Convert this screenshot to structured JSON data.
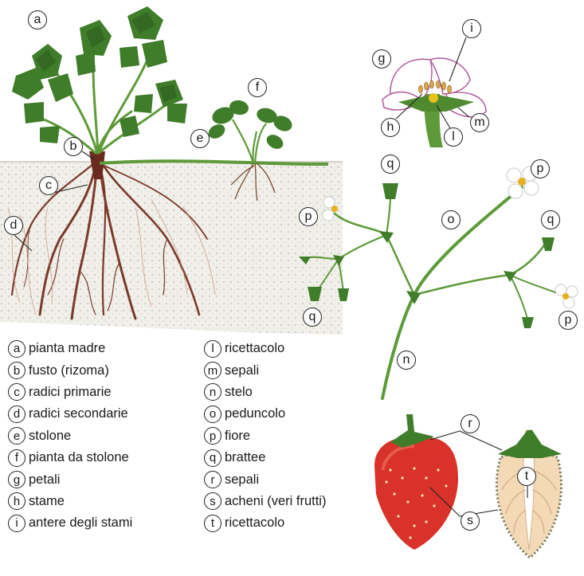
{
  "colors": {
    "leaf": "#3f7d2a",
    "leaf_dark": "#2a5a1c",
    "stem": "#5e9a3a",
    "root": "#7a3a2a",
    "soil": "#f1efe9",
    "petal_edge": "#b05a9a",
    "berry": "#d8322a",
    "flesh": "#f3d9b5"
  },
  "icons": [
    "mother-plant-illustration",
    "stolon-plant-illustration",
    "flower-section-illustration",
    "inflorescence-illustration",
    "strawberry-illustration",
    "strawberry-section-illustration"
  ],
  "callouts": [
    "a",
    "b",
    "c",
    "d",
    "e",
    "f",
    "g",
    "h",
    "i",
    "l",
    "m",
    "n",
    "o",
    "p",
    "q",
    "r",
    "s",
    "t"
  ],
  "legend_left": [
    {
      "key": "a",
      "text": "pianta madre"
    },
    {
      "key": "b",
      "text": "fusto (rizoma)"
    },
    {
      "key": "c",
      "text": "radici primarie"
    },
    {
      "key": "d",
      "text": "radici secondarie"
    },
    {
      "key": "e",
      "text": "stolone"
    },
    {
      "key": "f",
      "text": "pianta da stolone"
    },
    {
      "key": "g",
      "text": "petali"
    },
    {
      "key": "h",
      "text": "stame"
    },
    {
      "key": "i",
      "text": "antere degli stami"
    }
  ],
  "legend_right": [
    {
      "key": "l",
      "text": "ricettacolo"
    },
    {
      "key": "m",
      "text": "sepali"
    },
    {
      "key": "n",
      "text": "stelo"
    },
    {
      "key": "o",
      "text": "peduncolo"
    },
    {
      "key": "p",
      "text": "fiore"
    },
    {
      "key": "q",
      "text": "brattee"
    },
    {
      "key": "r",
      "text": "sepali"
    },
    {
      "key": "s",
      "text": "acheni (veri frutti)"
    },
    {
      "key": "t",
      "text": "ricettacolo"
    }
  ]
}
